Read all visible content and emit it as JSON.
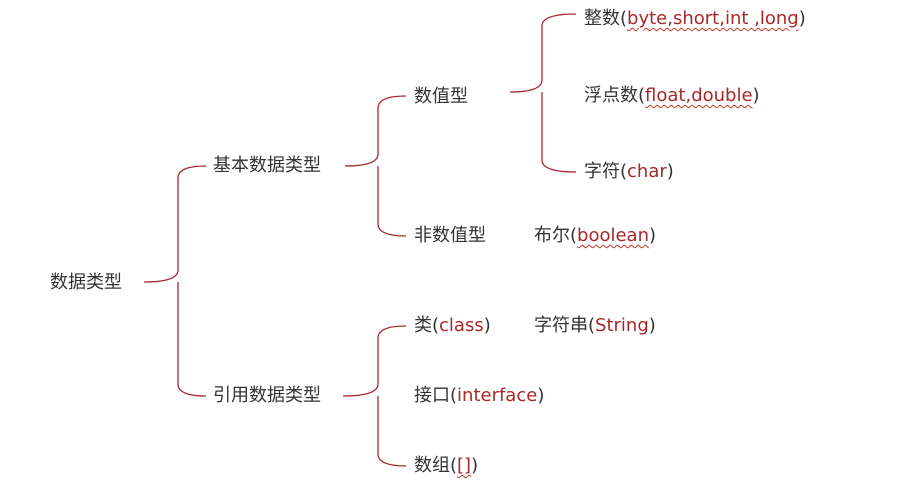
{
  "colors": {
    "bracket": "#a8282a",
    "text": "#333333",
    "term": "#a8282a"
  },
  "root": {
    "label": "数据类型"
  },
  "basic": {
    "label": "基本数据类型",
    "numeric": {
      "label": "数值型",
      "integer": {
        "prefix": "整数(",
        "term": "byte,short,int ,long",
        "suffix": ")"
      },
      "floating": {
        "prefix": "浮点数(",
        "term": "float,double",
        "suffix": ")"
      },
      "character": {
        "prefix": "字符(",
        "term": "char",
        "suffix": ")"
      }
    },
    "non_numeric": {
      "label": "非数值型",
      "boolean": {
        "prefix": "布尔(",
        "term": "boolean",
        "suffix": ")"
      }
    }
  },
  "reference": {
    "label": "引用数据类型",
    "class_type": {
      "prefix": "类(",
      "term": "class",
      "suffix": ")"
    },
    "string_type": {
      "prefix": "字符串(",
      "term": "String",
      "suffix": ")"
    },
    "interface_type": {
      "prefix": "接口(",
      "term": "interface",
      "suffix": ")"
    },
    "array_type": {
      "prefix": "数组(",
      "term": "[]",
      "suffix": ")"
    }
  }
}
